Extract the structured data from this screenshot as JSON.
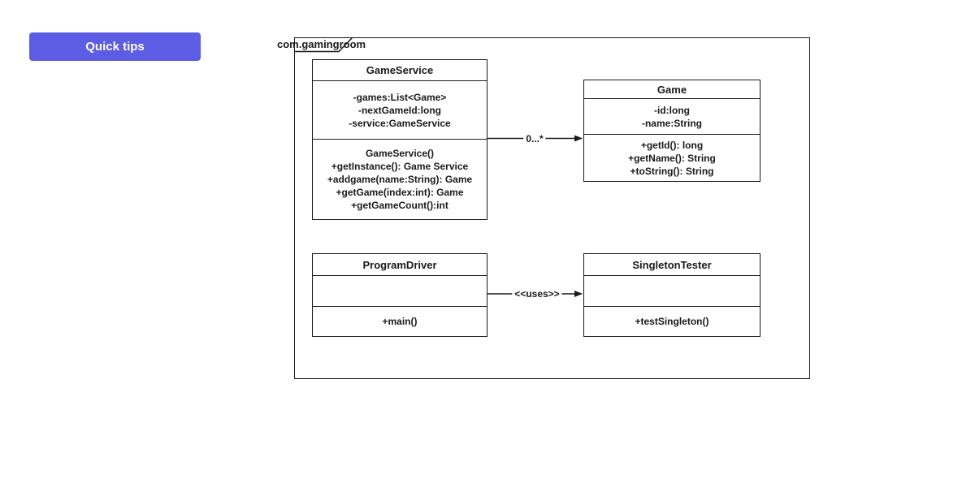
{
  "colors": {
    "accent_button": "#5c5ce4",
    "line": "#1a1a1a",
    "canvas": "#ffffff"
  },
  "toolbar": {
    "quick_tips_label": "Quick tips"
  },
  "package": {
    "name": "com.gamingroom"
  },
  "classes": {
    "game_service": {
      "title": "GameService",
      "attributes": [
        "-games:List<Game>",
        "-nextGameId:long",
        "-service:GameService"
      ],
      "methods": [
        "GameService()",
        "+getInstance(): Game Service",
        "+addgame(name:String): Game",
        "+getGame(index:int): Game",
        "+getGameCount():int"
      ]
    },
    "game": {
      "title": "Game",
      "attributes": [
        "-id:long",
        "-name:String"
      ],
      "methods": [
        "+getId(): long",
        "+getName(): String",
        "+toString(): String"
      ]
    },
    "program_driver": {
      "title": "ProgramDriver",
      "attributes": [],
      "methods": [
        "+main()"
      ]
    },
    "singleton_tester": {
      "title": "SingletonTester",
      "attributes": [],
      "methods": [
        "+testSingleton()"
      ]
    }
  },
  "connectors": {
    "multiplicity": {
      "label": "0...*"
    },
    "uses": {
      "label": "<<uses>>"
    }
  }
}
